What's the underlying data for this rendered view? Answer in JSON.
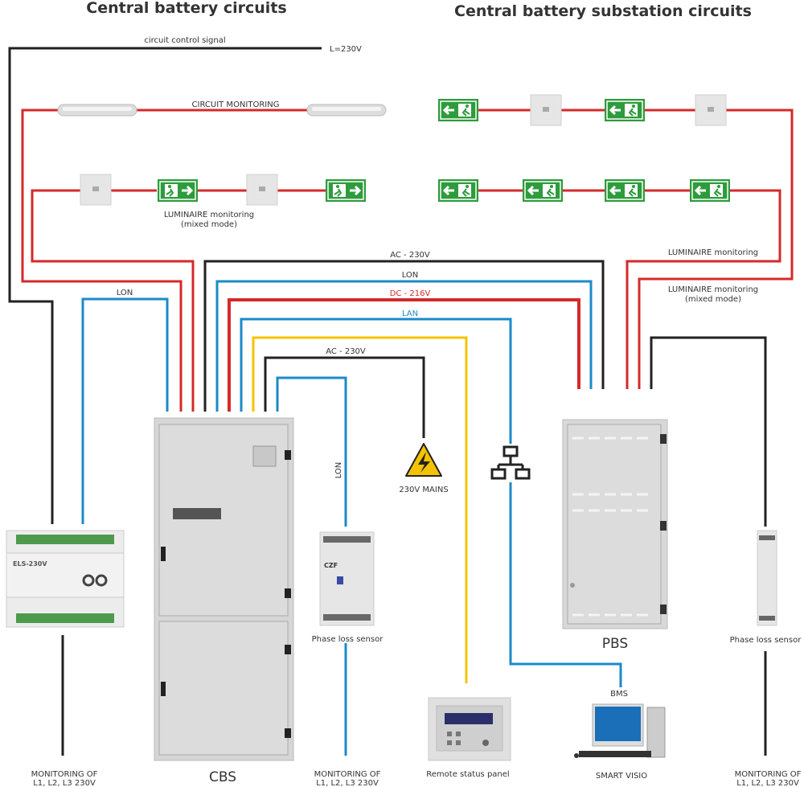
{
  "headings": {
    "left": "Central battery circuits",
    "right": "Central battery substation circuits"
  },
  "labels": {
    "control_signal": "circuit control signal",
    "l230": "L=230V",
    "circuit_monitoring": "CIRCUIT MONITORING",
    "lum_mixed_left_1": "LUMINAIRE monitoring",
    "lum_mixed_left_2": "(mixed mode)",
    "lon_left": "LON",
    "ac_top": "AC - 230V",
    "lon_top": "LON",
    "dc": "DC - 216V",
    "lan": "LAN",
    "ac_mid": "AC - 230V",
    "lon_vertical": "LON",
    "mains": "230V MAINS",
    "lum_right": "LUMINAIRE monitoring",
    "lum_mixed_right_1": "LUMINAIRE monitoring",
    "lum_mixed_right_2": "(mixed mode)",
    "bms": "BMS"
  },
  "devices": {
    "els": {
      "label": "ELS-230V"
    },
    "cbs": {
      "label": "CBS"
    },
    "pbs": {
      "label": "PBS"
    },
    "phase_left": {
      "label": "Phase loss sensor",
      "brand": "CZF"
    },
    "phase_right": {
      "label": "Phase loss sensor"
    },
    "remote": {
      "label": "Remote status panel"
    },
    "pc": {
      "label": "SMART VISIO"
    }
  },
  "monitoring": {
    "line1": "MONITORING OF",
    "line2": "L1, L2, L3 230V"
  },
  "colors": {
    "red": "#d42a2a",
    "black": "#222222",
    "blue": "#1b8ac9",
    "yellow": "#f4c300",
    "exit_green": "#2e9b3c"
  }
}
